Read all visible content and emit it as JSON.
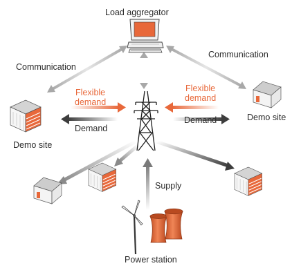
{
  "labels": {
    "load_aggregator": "Load aggregator",
    "communication_left": "Communication",
    "communication_right": "Communication",
    "flexible_demand_left": "Flexible\ndemand",
    "flexible_demand_right": "Flexible\ndemand",
    "demand_left": "Demand",
    "demand_right": "Demand",
    "demo_site_left": "Demo site",
    "demo_site_right": "Demo site",
    "supply": "Supply",
    "power_station": "Power station"
  },
  "colors": {
    "orange": "#e8683a",
    "dark_arrow": "#3d3d3d",
    "gray_arrow": "#b9b9b9",
    "building_roof": "#cfcfcf",
    "building_wall": "#f5f5f5",
    "building_stripe": "#e8683a"
  },
  "icons": [
    "computer-icon",
    "transmission-tower-icon",
    "building-icon",
    "wind-turbine-icon",
    "cooling-tower-icon"
  ]
}
